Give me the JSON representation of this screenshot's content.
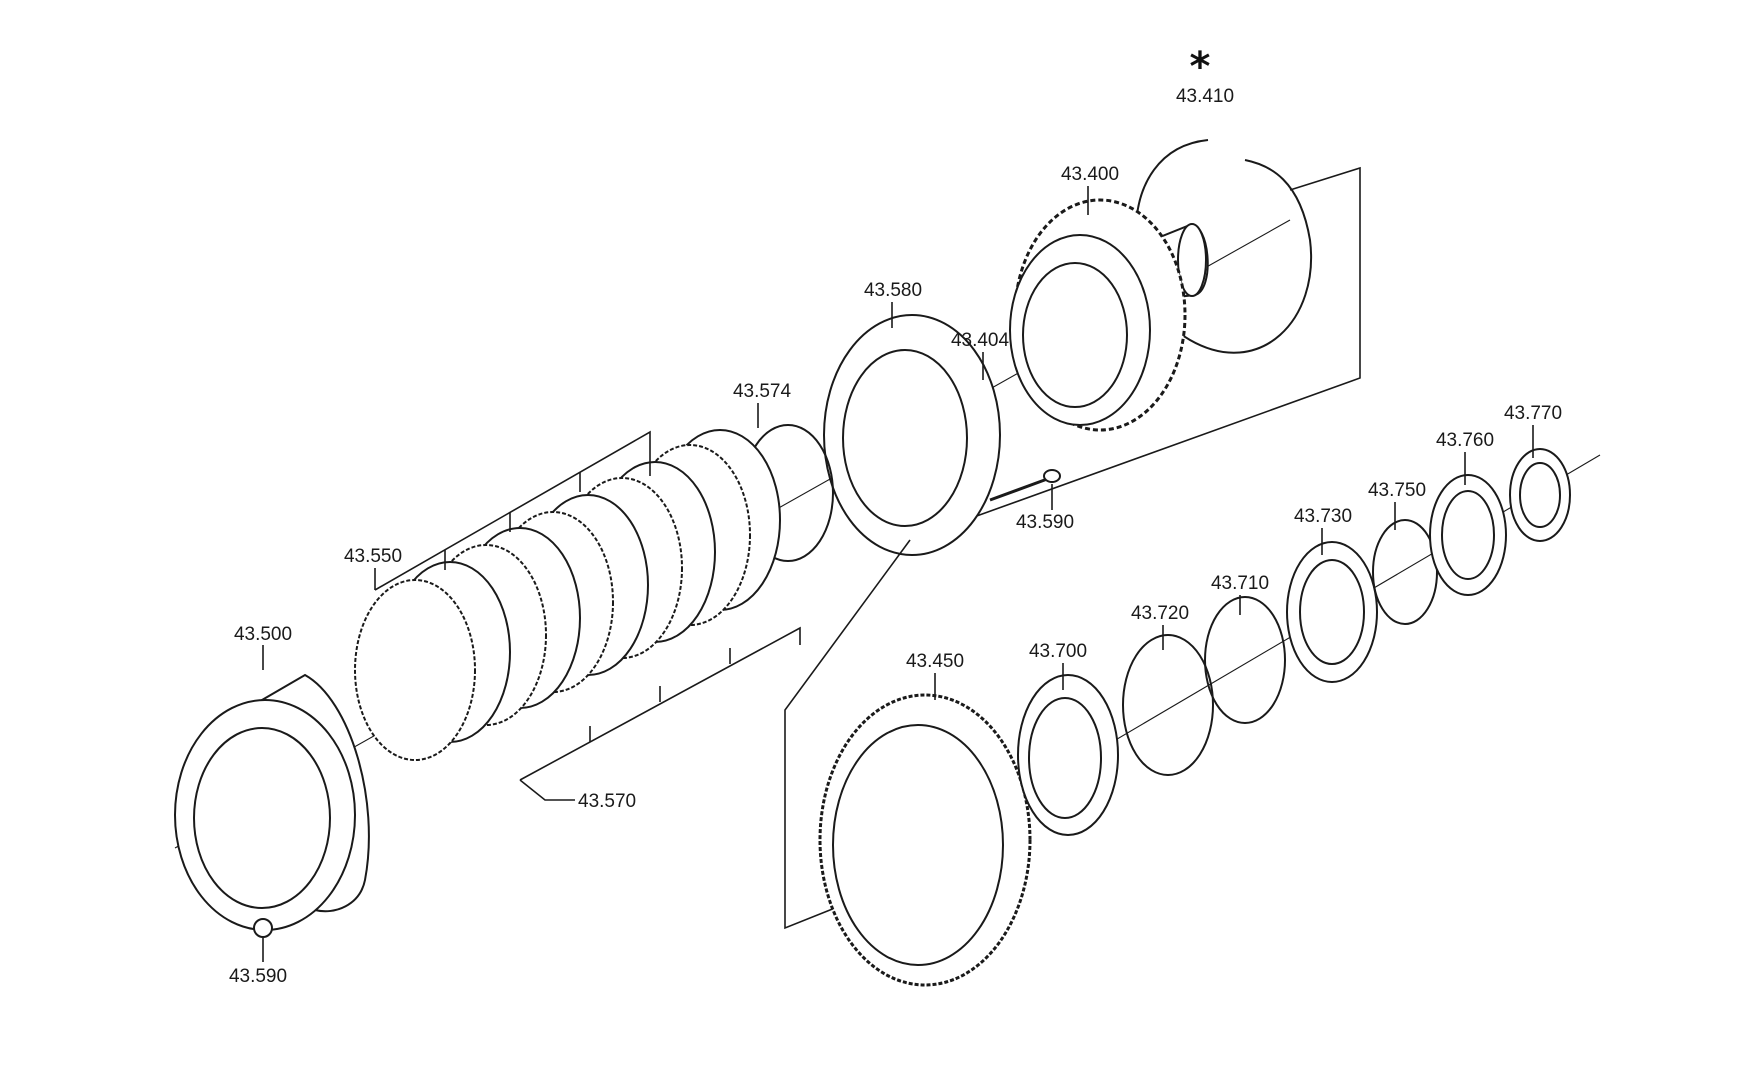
{
  "labels": {
    "p43410": "43.410",
    "p43400": "43.400",
    "p43580": "43.580",
    "p43404": "43.404",
    "p43574": "43.574",
    "p43590a": "43.590",
    "p43550": "43.550",
    "p43500": "43.500",
    "p43570": "43.570",
    "p43590b": "43.590",
    "p43450": "43.450",
    "p43700": "43.700",
    "p43720": "43.720",
    "p43710": "43.710",
    "p43730": "43.730",
    "p43750": "43.750",
    "p43760": "43.760",
    "p43770": "43.770"
  },
  "asterisk": "*",
  "colors": {
    "line": "#1a1a1a",
    "background": "#ffffff"
  }
}
